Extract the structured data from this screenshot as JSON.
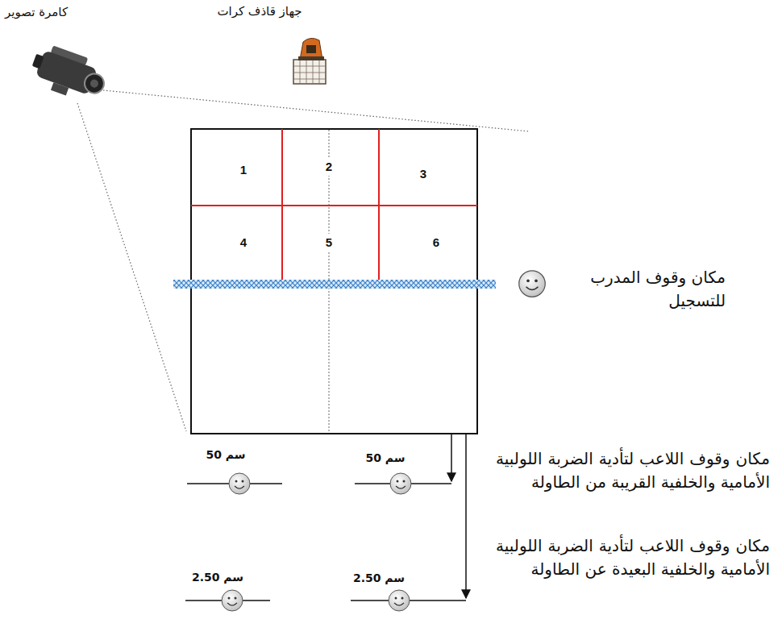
{
  "diagram": {
    "labels": [
      "كامرة تصوير",
      "جهاز قاذف كرات",
      "1",
      "2",
      "3",
      "4",
      "5",
      "6",
      "مكان وقوف المدرب للتسجيل",
      "50 سم",
      "50 سم",
      "مكان وقوف اللاعب لتأدية الضربة اللولبية الأمامية والخلفية القريبة من الطاولة",
      "2.50 سم",
      "2.50 سم",
      "مكان وقوف اللاعب لتأدية الضربة اللولبية الأمامية والخلفية البعيدة عن الطاولة"
    ]
  }
}
